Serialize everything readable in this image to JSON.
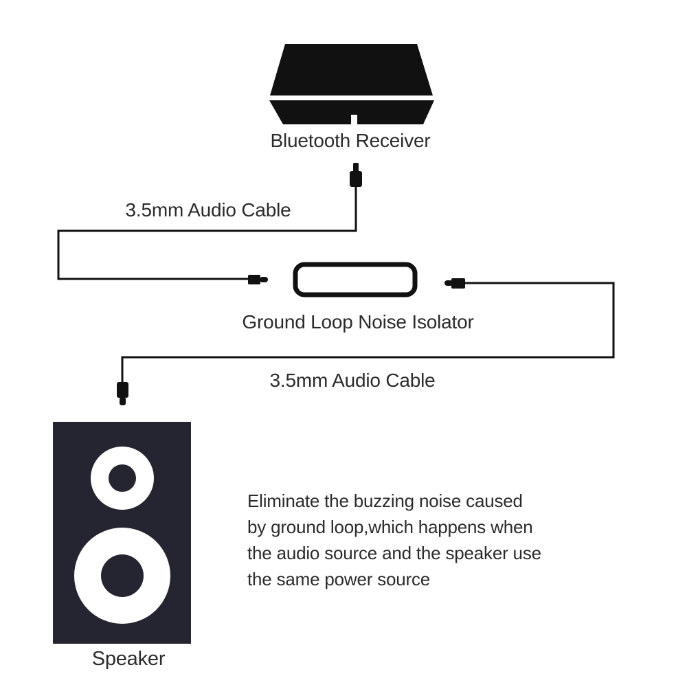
{
  "labels": {
    "receiver": "Bluetooth Receiver",
    "cable1": "3.5mm Audio Cable",
    "isolator": "Ground Loop Noise Isolator",
    "cable2": "3.5mm Audio Cable",
    "speaker": "Speaker"
  },
  "note": {
    "lines": [
      "Eliminate the buzzing noise caused",
      "by ground loop,which happens when",
      "the audio source and the speaker use",
      "the same power source"
    ]
  },
  "icons": {
    "receiver": "bluetooth-receiver-illustration",
    "isolator": "ground-loop-noise-isolator-illustration",
    "speaker": "speaker-illustration",
    "plugs": "audio-jack-plug-icon"
  },
  "colors": {
    "ink": "#111111",
    "speaker_body": "#252532",
    "text": "#2b2b2b",
    "bg": "#ffffff"
  }
}
